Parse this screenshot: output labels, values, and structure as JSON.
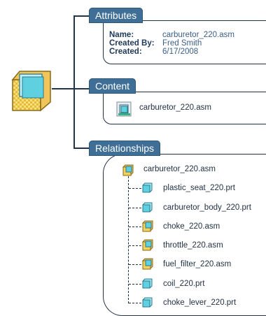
{
  "tabs": {
    "attributes": "Attributes",
    "content": "Content",
    "relationships": "Relationships"
  },
  "attributes": {
    "name_label": "Name:",
    "name_value": "carburetor_220.asm",
    "created_by_label": "Created By:",
    "created_by_value": "Fred Smith",
    "created_label": "Created:",
    "created_value": "6/17/2008"
  },
  "content": {
    "file": "carburetor_220.asm"
  },
  "relationships": {
    "root": "carburetor_220.asm",
    "children": [
      {
        "label": "plastic_seat_220.prt",
        "icon": "part-icon"
      },
      {
        "label": "carburetor_body_220.prt",
        "icon": "part-icon"
      },
      {
        "label": "choke_220.asm",
        "icon": "assembly-icon"
      },
      {
        "label": "throttle_220.asm",
        "icon": "assembly-icon"
      },
      {
        "label": "fuel_filter_220.asm",
        "icon": "assembly-icon"
      },
      {
        "label": "coil_220.prt",
        "icon": "part-icon"
      },
      {
        "label": "choke_lever_220.prt",
        "icon": "part-icon"
      }
    ]
  },
  "colors": {
    "tab_bg": "#3f6f96",
    "part_icon": "#5fd0e0",
    "assembly_icon": "#f2d25c"
  }
}
